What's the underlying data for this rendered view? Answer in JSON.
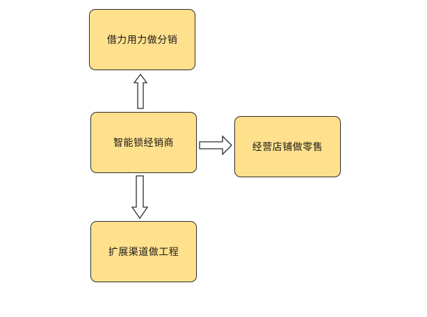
{
  "diagram": {
    "nodes": {
      "center": {
        "label": "智能锁经销商"
      },
      "top": {
        "label": "借力用力做分销"
      },
      "right": {
        "label": "经营店铺做零售"
      },
      "bottom": {
        "label": "扩展渠道做工程"
      }
    },
    "edges": [
      {
        "from": "center",
        "to": "top"
      },
      {
        "from": "center",
        "to": "right"
      },
      {
        "from": "center",
        "to": "bottom"
      }
    ],
    "colors": {
      "node_fill": "#ffe08c",
      "node_border": "#2b2b2b",
      "arrow_fill": "#ffffff",
      "background": "#ffffff"
    }
  }
}
